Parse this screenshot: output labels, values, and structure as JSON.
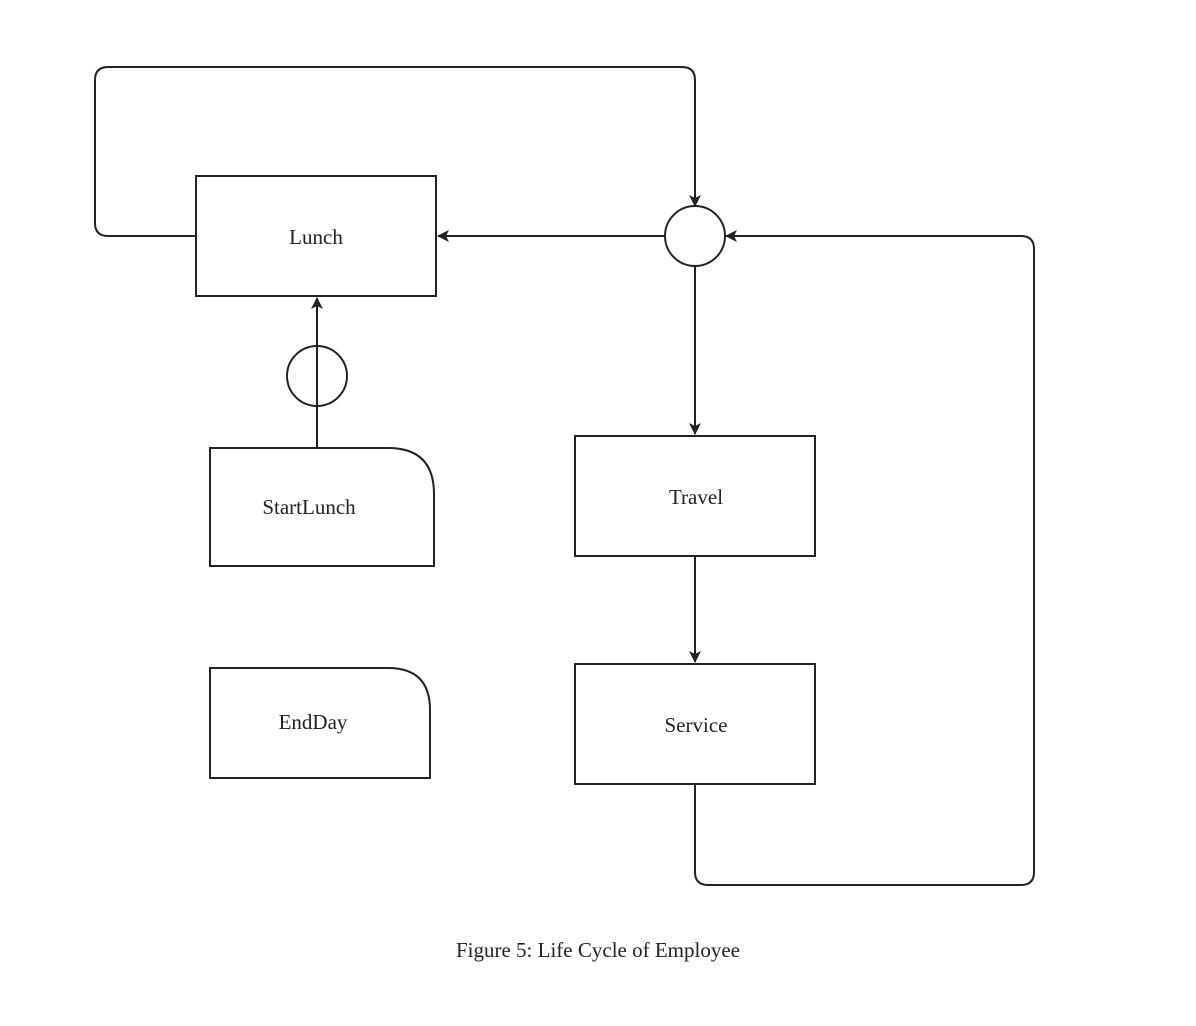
{
  "nodes": {
    "lunch": "Lunch",
    "start_lunch": "StartLunch",
    "end_day": "EndDay",
    "travel": "Travel",
    "service": "Service"
  },
  "caption": "Figure 5: Life Cycle of Employee"
}
